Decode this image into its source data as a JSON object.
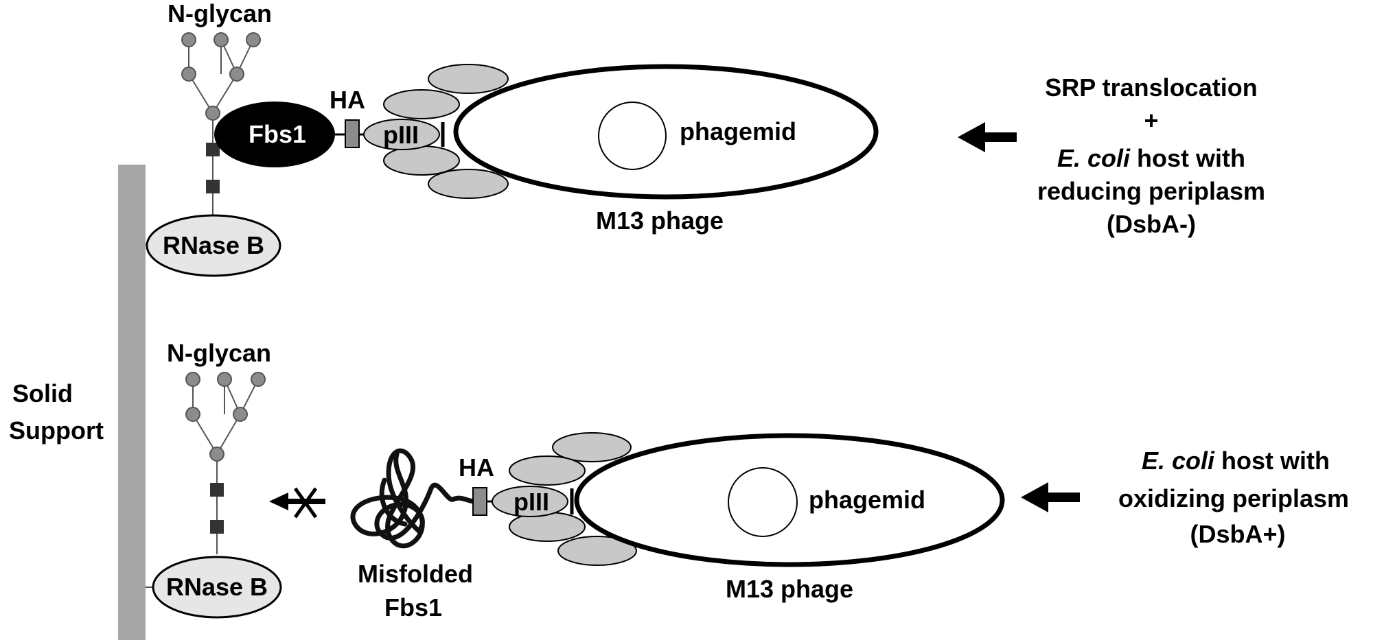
{
  "colors": {
    "background": "#ffffff",
    "support": "#a6a6a6",
    "glycan_node": "#8c8c8c",
    "glycan_square": "#333333",
    "fbs1": "#000000",
    "ha_tag": "#8c8c8c",
    "piii": "#c8c8c8",
    "coat": "#c8c8c8",
    "rnase": "#e6e6e6"
  },
  "solid_support": {
    "line1": "Solid",
    "line2": "Support"
  },
  "top_panel": {
    "glycan_label": "N-glycan",
    "lectin_label": "RNase B",
    "fbs1_label": "Fbs1",
    "ha_label": "HA",
    "piii_label": "pIII",
    "phagemid_label": "phagemid",
    "phage_label": "M13 phage",
    "condition": {
      "line1": "SRP translocation",
      "line2": "+",
      "line3_italic": "E. coli",
      "line3_rest": " host with",
      "line4": "reducing periplasm",
      "line5": "(DsbA-)"
    }
  },
  "bottom_panel": {
    "glycan_label": "N-glycan",
    "lectin_label": "RNase B",
    "misfolded_line1": "Misfolded",
    "misfolded_line2": "Fbs1",
    "ha_label": "HA",
    "piii_label": "pIII",
    "phagemid_label": "phagemid",
    "phage_label": "M13 phage",
    "condition": {
      "line1_italic": "E. coli",
      "line1_rest": " host with",
      "line2": "oxidizing periplasm",
      "line3": "(DsbA+)"
    }
  }
}
